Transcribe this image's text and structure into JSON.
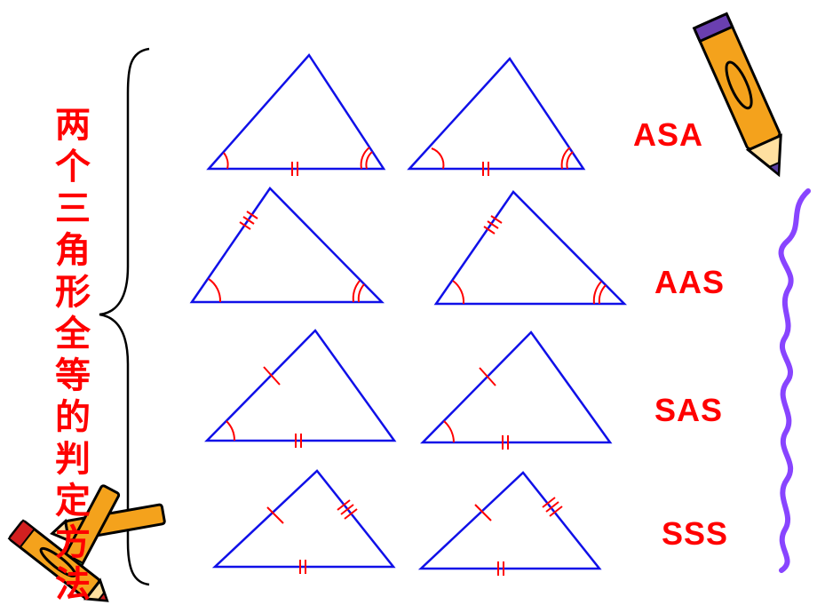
{
  "slide": {
    "title_chars": [
      "两",
      "个",
      "三",
      "角",
      "形",
      "全",
      "等",
      "的",
      "判",
      "定",
      "方",
      "法"
    ],
    "rows": [
      {
        "label": "ASA"
      },
      {
        "label": "AAS"
      },
      {
        "label": "SAS"
      },
      {
        "label": "SSS"
      }
    ]
  },
  "colors": {
    "text": "#ff0000",
    "triangle_stroke": "#1010e8",
    "mark_stroke": "#ff0000",
    "bracket_stroke": "#000000",
    "wavy_line": "#8844ff",
    "pencil_body": "#f4a21c",
    "pencil_outline": "#000000"
  },
  "icons": [
    "pencil-icon-top-right",
    "pencils-icon-bottom-left",
    "wavy-line-decoration"
  ]
}
